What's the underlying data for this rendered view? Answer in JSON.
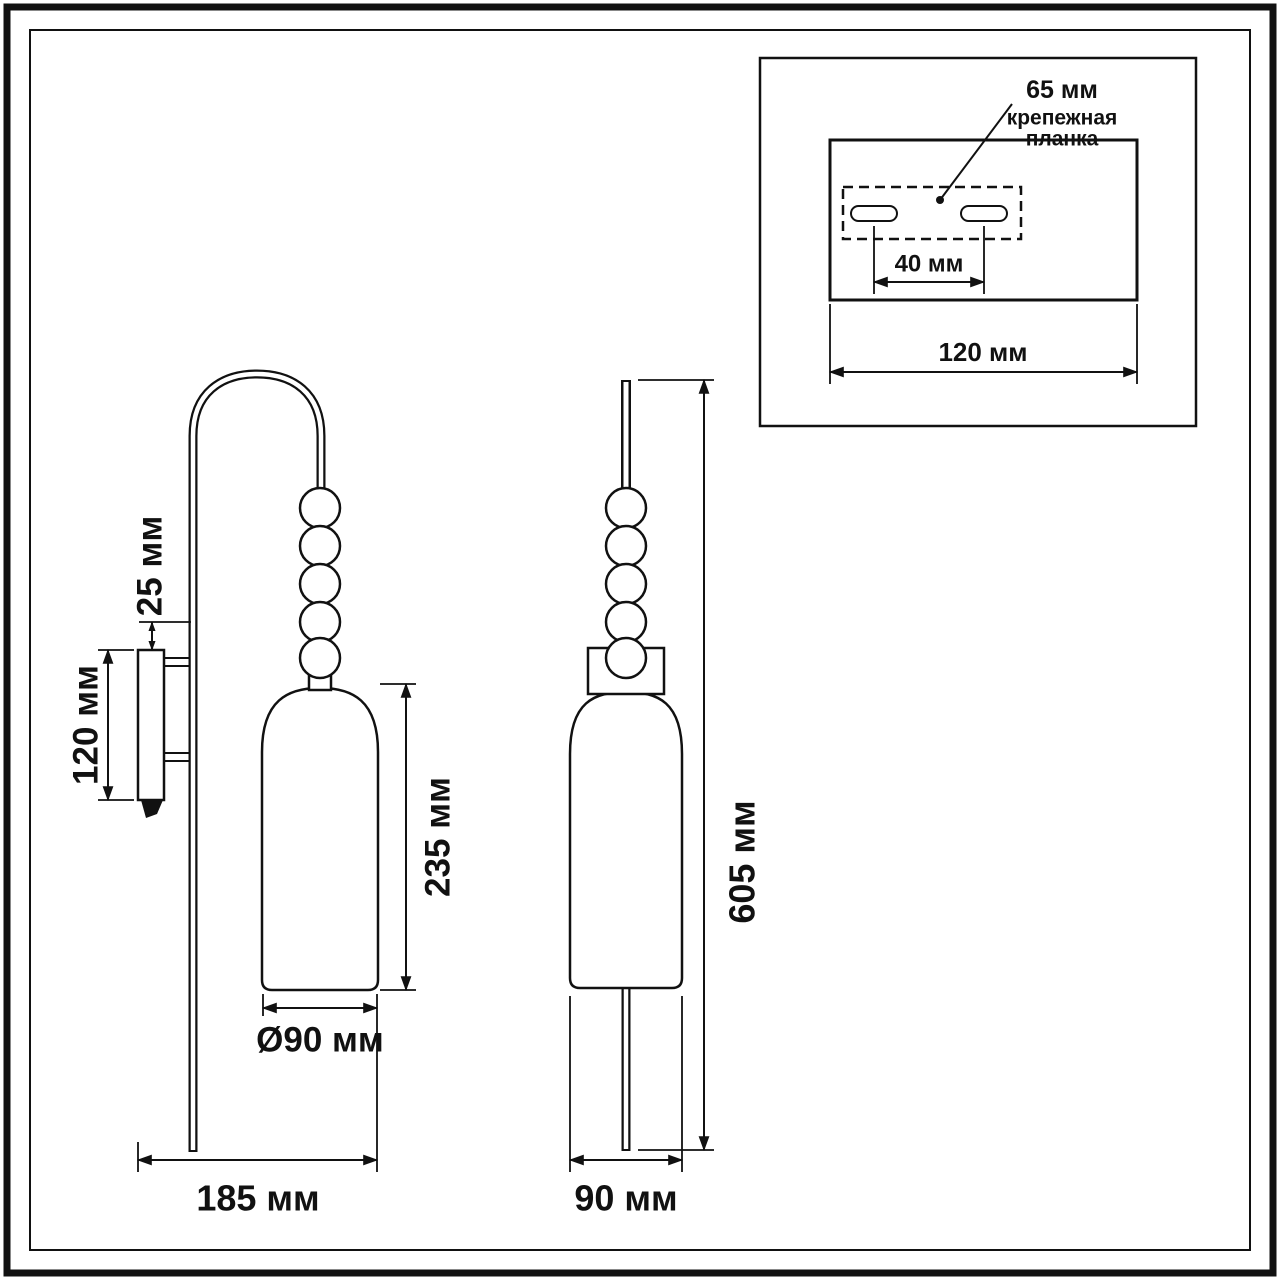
{
  "colors": {
    "line": "#111111",
    "background": "#ffffff"
  },
  "dims": {
    "side": {
      "bracket_offset": "25 мм",
      "plate_height": "120 мм",
      "shade_height": "235 мм",
      "shade_diameter": "Ø90 мм",
      "overall_width": "185 мм"
    },
    "front": {
      "overall_height": "605 мм",
      "width": "90 мм"
    },
    "inset": {
      "offset": "65 мм",
      "bracket_label_line1": "крепежная",
      "bracket_label_line2": "планка",
      "hole_spacing": "40 мм",
      "plate_width": "120 мм"
    }
  }
}
